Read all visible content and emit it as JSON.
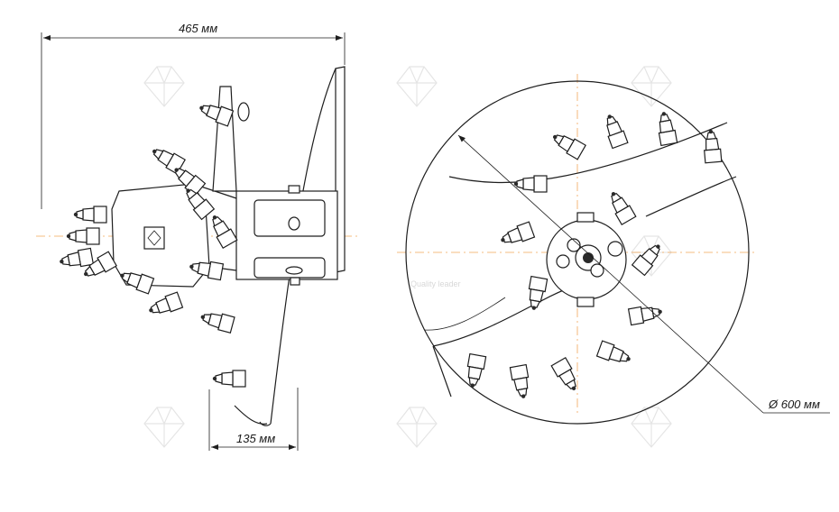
{
  "dimensions": {
    "overall_width": "465 мм",
    "offset": "135 мм",
    "diameter": "Ø 600 мм"
  },
  "watermark": {
    "tagline": "Quality leader"
  },
  "colors": {
    "outline": "#1e1e1e",
    "centerline": "#f2a65a",
    "watermark": "#e2e2e2"
  }
}
